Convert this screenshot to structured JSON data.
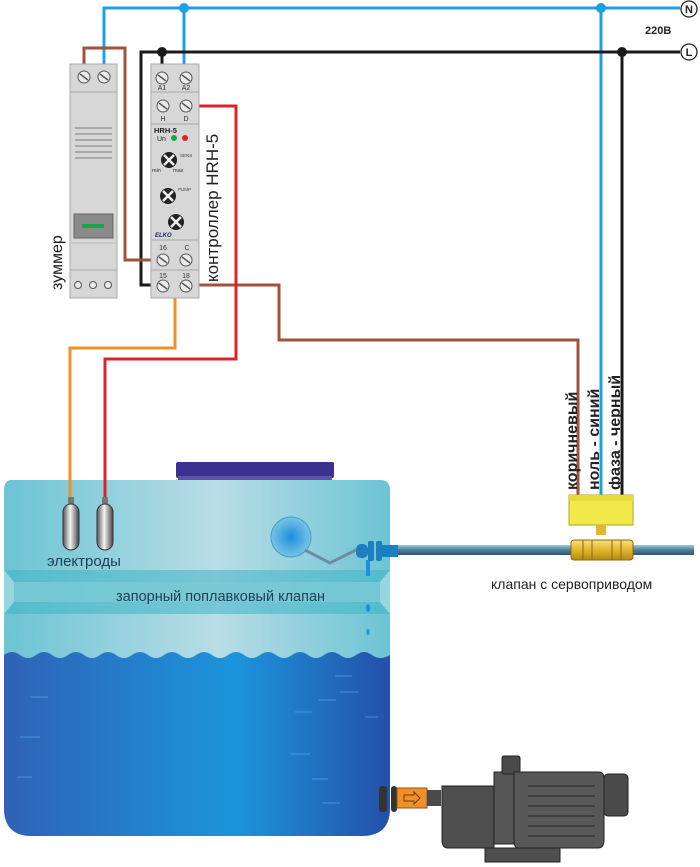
{
  "power": {
    "neutral_symbol": "N",
    "phase_symbol": "L",
    "voltage_label": "220В"
  },
  "buzzer": {
    "label": "зуммер"
  },
  "controller": {
    "label": "контроллер HRH-5",
    "model": "HRH-5",
    "brand": "ELKO",
    "terminals": {
      "a1": "A1",
      "a2": "A2",
      "h": "H",
      "d": "D",
      "t16": "16",
      "c": "C",
      "t15": "15",
      "t18": "18"
    },
    "indicator_un": "Un",
    "knobs": {
      "sens": "SENS",
      "min": "min",
      "max": "max",
      "pump": "PUMP"
    },
    "led_colors": {
      "un": "#1aa34a",
      "relay": "#e0212a"
    }
  },
  "wires": {
    "brown": "коричневый",
    "blue": "ноль - синий",
    "black": "фаза - черный",
    "colors": {
      "neutral": "#1ba1e2",
      "phase": "#1a1a1a",
      "brown": "#a0523a",
      "red": "#d9232d",
      "orange": "#f0902a"
    }
  },
  "labels": {
    "electrodes": "электроды",
    "float_valve": "запорный поплавковый клапан",
    "servo_valve": "клапан с сервоприводом"
  }
}
